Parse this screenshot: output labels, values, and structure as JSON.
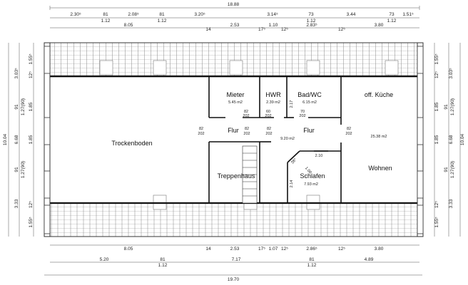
{
  "top_dims": {
    "overall": "18.88",
    "row1": [
      "2.30⁵",
      "81",
      "2.08⁵",
      "81",
      "3.20⁵",
      "3.14⁵",
      "73",
      "3.44",
      "73",
      "1.51⁵"
    ],
    "row1_sub": [
      "1.12",
      "1.12",
      "1.12",
      "1.12"
    ],
    "row2": [
      "8.05",
      "14",
      "2.53",
      "17⁵",
      "1.10",
      "12⁵",
      "2.83⁵",
      "12⁵",
      "3.80"
    ]
  },
  "bottom_dims": {
    "row1": [
      "8.05",
      "14",
      "2.53",
      "17⁵",
      "1.07",
      "12⁵",
      "2.86⁵",
      "12⁵",
      "3.80"
    ],
    "row2": [
      "5.20",
      "81",
      "7.17",
      "81",
      "4.89"
    ],
    "row2_sub": [
      "1.12",
      "1.12"
    ],
    "overall": "19.70"
  },
  "left_dims": {
    "overall": "10.04",
    "col1": [
      "3.03⁵",
      "91",
      "1.27(90)",
      "6.68",
      "91",
      "1.27(90)",
      "3.33"
    ],
    "col2": [
      "1.55⁵",
      "12⁵",
      "1.85",
      "1.85",
      "12⁵",
      "1.55⁵"
    ]
  },
  "right_dims": {
    "overall": "10.04",
    "col1": [
      "3.03⁵",
      "91",
      "1.27(90)",
      "6.68",
      "91",
      "1.27(90)",
      "3.33"
    ],
    "col2": [
      "1.55⁵",
      "12⁵",
      "1.85",
      "1.85",
      "12⁵",
      "1.55⁵"
    ]
  },
  "rooms": {
    "trockenboden": "Trockenboden",
    "mieter": "Mieter",
    "mieter_area": "5.45 m2",
    "hwr": "HWR",
    "hwr_area": "2.39 m2",
    "badwc": "Bad/WC",
    "badwc_area": "6.15 m2",
    "kueche": "off. Küche",
    "flur1": "Flur",
    "flur2": "Flur",
    "flur2_area": "9.20 m2",
    "wohnen_area": "25.38 m2",
    "treppenhaus": "Treppenhaus",
    "schlafen": "Schlafen",
    "schlafen_area": "7.93 m2",
    "wohnen": "Wohnen"
  },
  "doors": {
    "d1": [
      "82",
      "202"
    ],
    "d2": [
      "82",
      "202"
    ],
    "d3": [
      "60",
      "202"
    ],
    "d4": [
      "70",
      "202"
    ],
    "d5": [
      "82",
      "202"
    ],
    "d6": [
      "82",
      "202"
    ],
    "d7": [
      "82",
      "202"
    ]
  },
  "inner_dims": {
    "badwc_h": "2.17",
    "schlafen_w": "2.10",
    "schlafen_diag1": "1.08",
    "schlafen_diag2": "38⁵",
    "schlafen_h": "2.14"
  }
}
